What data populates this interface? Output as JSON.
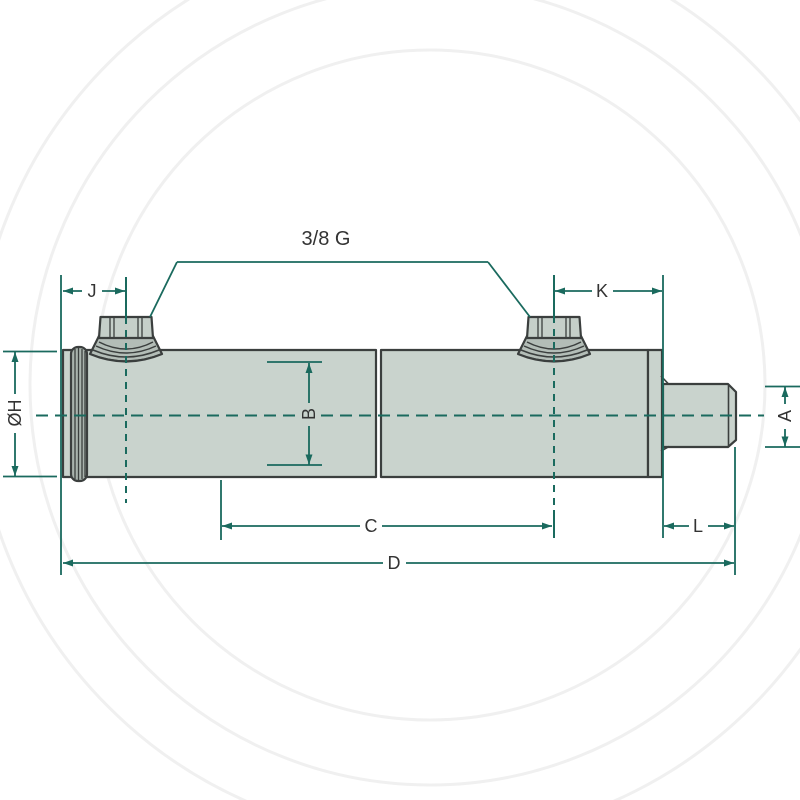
{
  "drawing": {
    "thread_label": "3/8 G",
    "dims": {
      "j": "J",
      "k": "K",
      "h": "ØH",
      "b": "B",
      "a": "A",
      "c": "C",
      "l": "L",
      "d": "D"
    }
  },
  "colors": {
    "background": "#ffffff",
    "dimension": "#1a6a5e",
    "outline": "#3b3f3e",
    "body_fill": "#c9d3cd",
    "port_fill": "#c5cfc9",
    "band_fill": "#a9b3ad",
    "fillet_fill": "#b3bdb7",
    "label_text": "#333333",
    "watermark": "#f0f0f0"
  }
}
